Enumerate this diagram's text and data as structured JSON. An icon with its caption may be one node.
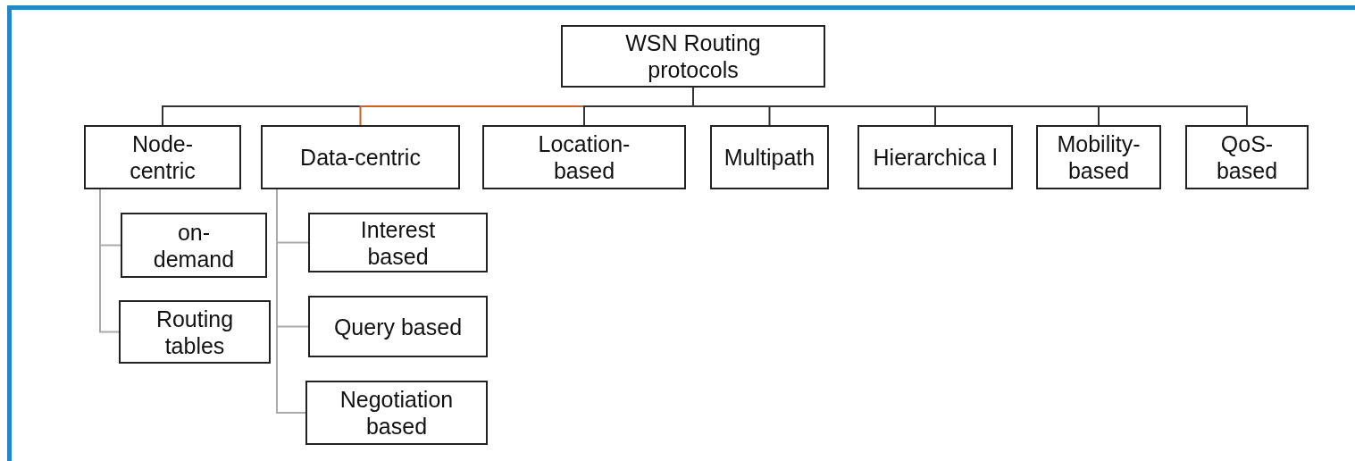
{
  "diagram": {
    "nodes": [
      {
        "text": [
          "WSN Routing protocols"
        ]
      },
      {
        "text": [
          "Node- centric"
        ]
      },
      {
        "text": [
          "Data-centric"
        ]
      },
      {
        "text": [
          "Location- based"
        ]
      },
      {
        "text": [
          "Multipath"
        ]
      },
      {
        "text": [
          "Hierarchica l"
        ]
      },
      {
        "text": [
          "Mobility- based"
        ]
      },
      {
        "text": [
          "QoS- based"
        ]
      },
      {
        "text": [
          "on- demand"
        ]
      },
      {
        "text": [
          "Routing tables"
        ]
      },
      {
        "text": [
          "Interest based"
        ]
      },
      {
        "text": [
          "Query based"
        ]
      },
      {
        "text": [
          "Negotiation based"
        ]
      }
    ],
    "edges": [
      {
        "from": 0,
        "to": 1,
        "arrow": "none"
      },
      {
        "from": 0,
        "to": 2,
        "arrow": "none",
        "color": "#c0662a"
      },
      {
        "from": 0,
        "to": 3,
        "arrow": "none"
      },
      {
        "from": 0,
        "to": 4,
        "arrow": "none"
      },
      {
        "from": 0,
        "to": 5,
        "arrow": "none"
      },
      {
        "from": 0,
        "to": 6,
        "arrow": "none"
      },
      {
        "from": 0,
        "to": 7,
        "arrow": "none"
      },
      {
        "from": 1,
        "to": 8,
        "arrow": "none",
        "color": "#aaaaaa"
      },
      {
        "from": 1,
        "to": 9,
        "arrow": "none",
        "color": "#aaaaaa"
      },
      {
        "from": 2,
        "to": 10,
        "arrow": "none",
        "color": "#aaaaaa"
      },
      {
        "from": 2,
        "to": 11,
        "arrow": "none",
        "color": "#aaaaaa"
      },
      {
        "from": 2,
        "to": 12,
        "arrow": "none",
        "color": "#aaaaaa"
      }
    ]
  }
}
